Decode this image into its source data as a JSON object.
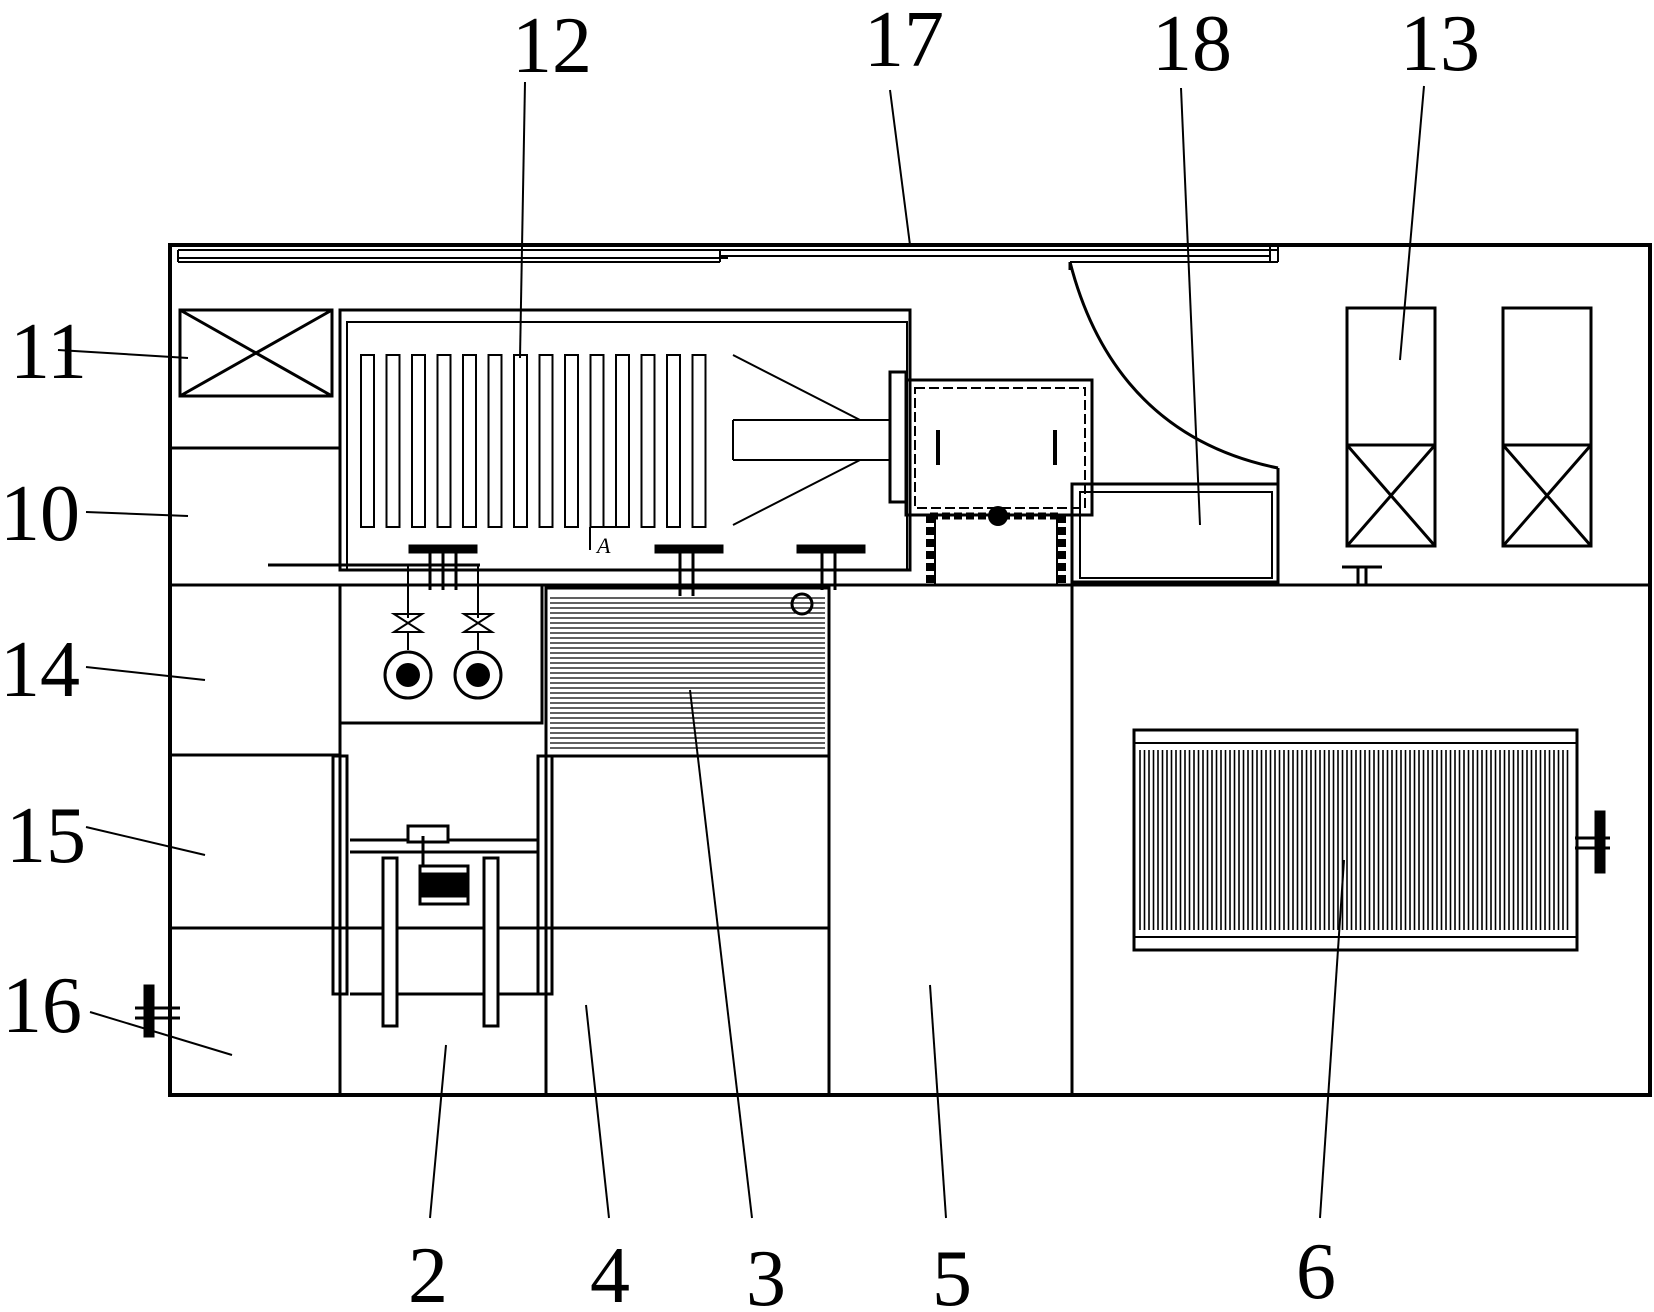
{
  "diagram": {
    "callouts": [
      {
        "id": "c2",
        "text": "2"
      },
      {
        "id": "c3",
        "text": "3"
      },
      {
        "id": "c4",
        "text": "4"
      },
      {
        "id": "c5",
        "text": "5"
      },
      {
        "id": "c6",
        "text": "6"
      },
      {
        "id": "c10",
        "text": "10"
      },
      {
        "id": "c11",
        "text": "11"
      },
      {
        "id": "c12",
        "text": "12"
      },
      {
        "id": "c13",
        "text": "13"
      },
      {
        "id": "c14",
        "text": "14"
      },
      {
        "id": "c15",
        "text": "15"
      },
      {
        "id": "c16",
        "text": "16"
      },
      {
        "id": "c17",
        "text": "17"
      },
      {
        "id": "c18",
        "text": "18"
      }
    ],
    "section_mark": "A"
  },
  "colors": {
    "line": "#000000",
    "background": "#ffffff"
  }
}
